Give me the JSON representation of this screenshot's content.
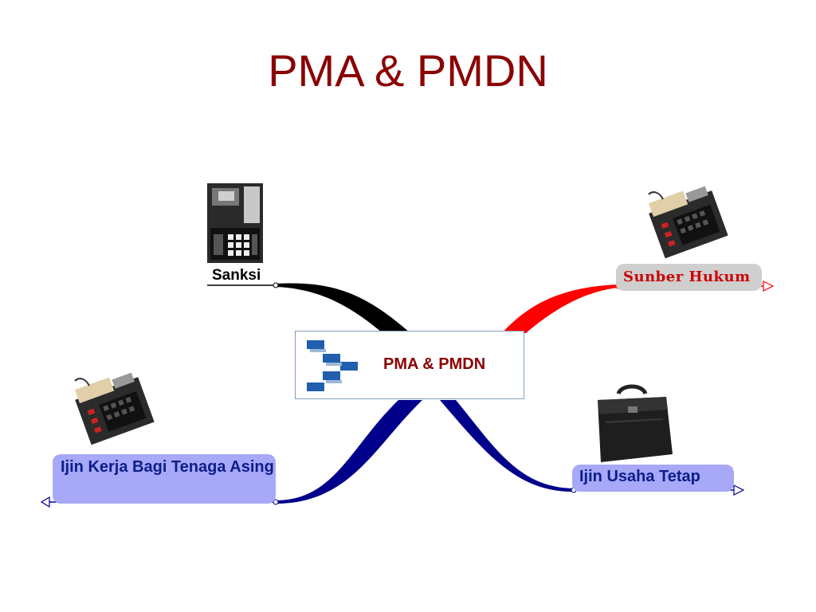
{
  "slide": {
    "title": "PMA & PMDN"
  },
  "mindmap": {
    "center": {
      "label": "PMA & PMDN",
      "icon": "flowchart-icon"
    },
    "branches": [
      {
        "id": "sanksi",
        "label": "Sanksi",
        "branch_color": "#000000",
        "icon": "cash-register-icon"
      },
      {
        "id": "sunber-hukum",
        "label": "Sunber Hukum",
        "branch_color": "#ff0000",
        "icon": "calculator-icon"
      },
      {
        "id": "ijin-kerja",
        "label": "Ijin Kerja Bagi Tenaga Asing",
        "branch_color": "#00008b",
        "icon": "calculator-icon"
      },
      {
        "id": "ijin-usaha",
        "label": "Ijin Usaha Tetap",
        "branch_color": "#00008b",
        "icon": "briefcase-icon"
      }
    ]
  },
  "colors": {
    "title": "#8b0000",
    "center_label": "#8b0000",
    "pill_blue": "#a8a8f8",
    "pill_grey": "#cfcfcf",
    "label_blue": "#0b1e8a",
    "label_red": "#cc0000"
  }
}
